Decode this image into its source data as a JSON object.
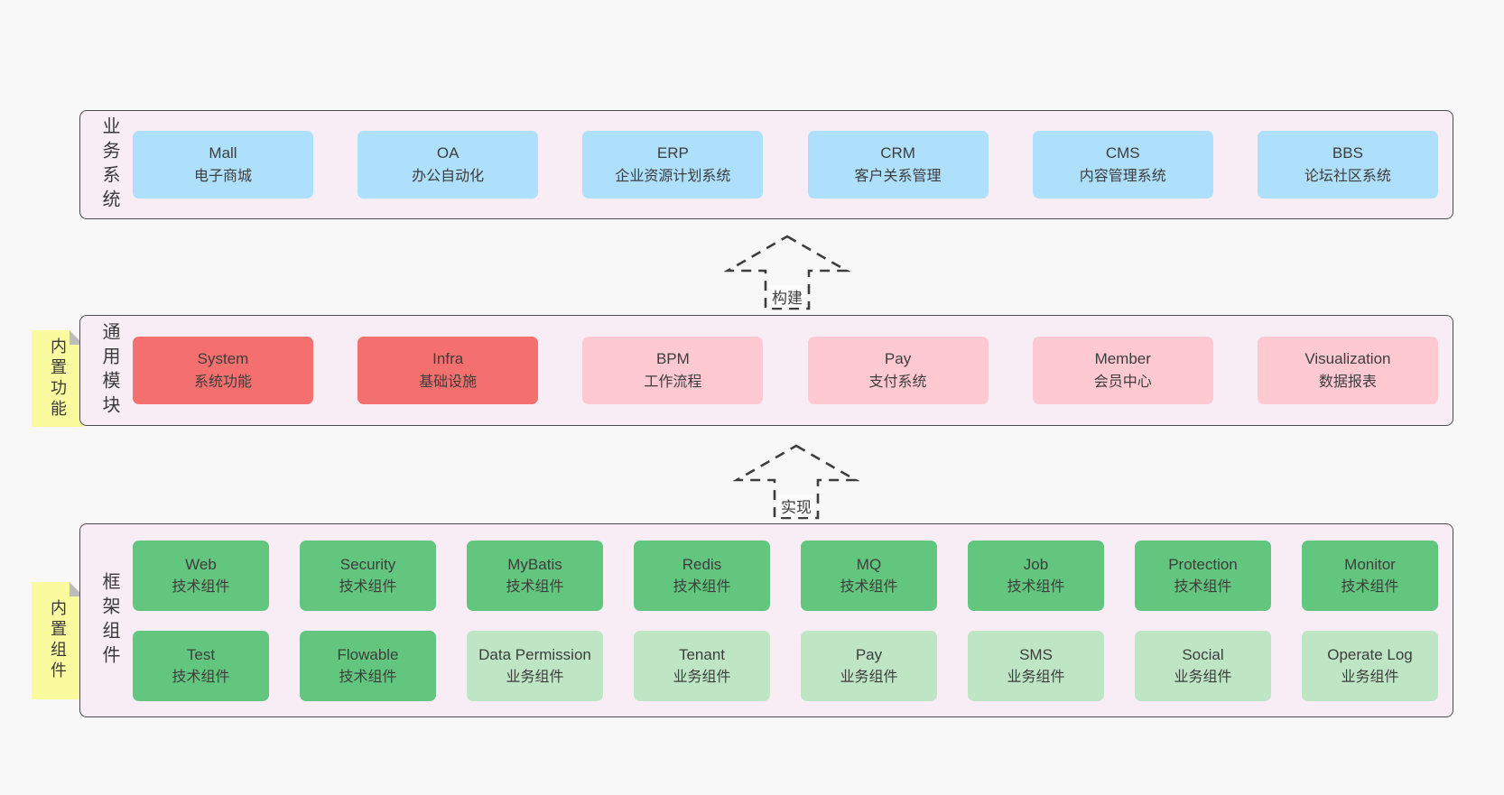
{
  "colors": {
    "page_bg": "#f8f8f8",
    "band_bg": "#f8ecf5",
    "band_border": "#4c4c4c",
    "blue": "#aedffb",
    "red": "#f4706e",
    "pink": "#ffc9d2",
    "green": "#62c67e",
    "light_green": "#bee6c5",
    "sticky_yellow": "#fafa9e",
    "fold_gray": "#bdbdbd",
    "text": "#3d3d3d"
  },
  "arrows": [
    {
      "label": "构建"
    },
    {
      "label": "实现"
    }
  ],
  "bands": [
    {
      "side_label": "业务系统",
      "sticky": null,
      "rows": [
        [
          {
            "en": "Mall",
            "zh": "电子商城",
            "variant": "blue"
          },
          {
            "en": "OA",
            "zh": "办公自动化",
            "variant": "blue"
          },
          {
            "en": "ERP",
            "zh": "企业资源计划系统",
            "variant": "blue"
          },
          {
            "en": "CRM",
            "zh": "客户关系管理",
            "variant": "blue"
          },
          {
            "en": "CMS",
            "zh": "内容管理系统",
            "variant": "blue"
          },
          {
            "en": "BBS",
            "zh": "论坛社区系统",
            "variant": "blue"
          }
        ]
      ]
    },
    {
      "side_label": "通用模块",
      "sticky": "内置功能",
      "rows": [
        [
          {
            "en": "System",
            "zh": "系统功能",
            "variant": "red"
          },
          {
            "en": "Infra",
            "zh": "基础设施",
            "variant": "red"
          },
          {
            "en": "BPM",
            "zh": "工作流程",
            "variant": "pink"
          },
          {
            "en": "Pay",
            "zh": "支付系统",
            "variant": "pink"
          },
          {
            "en": "Member",
            "zh": "会员中心",
            "variant": "pink"
          },
          {
            "en": "Visualization",
            "zh": "数据报表",
            "variant": "pink"
          }
        ]
      ]
    },
    {
      "side_label": "框架组件",
      "sticky": "内置组件",
      "rows": [
        [
          {
            "en": "Web",
            "zh": "技术组件",
            "variant": "green"
          },
          {
            "en": "Security",
            "zh": "技术组件",
            "variant": "green"
          },
          {
            "en": "MyBatis",
            "zh": "技术组件",
            "variant": "green"
          },
          {
            "en": "Redis",
            "zh": "技术组件",
            "variant": "green"
          },
          {
            "en": "MQ",
            "zh": "技术组件",
            "variant": "green"
          },
          {
            "en": "Job",
            "zh": "技术组件",
            "variant": "green"
          },
          {
            "en": "Protection",
            "zh": "技术组件",
            "variant": "green"
          },
          {
            "en": "Monitor",
            "zh": "技术组件",
            "variant": "green"
          }
        ],
        [
          {
            "en": "Test",
            "zh": "技术组件",
            "variant": "green"
          },
          {
            "en": "Flowable",
            "zh": "技术组件",
            "variant": "green"
          },
          {
            "en": "Data Permission",
            "zh": "业务组件",
            "variant": "light_green"
          },
          {
            "en": "Tenant",
            "zh": "业务组件",
            "variant": "light_green"
          },
          {
            "en": "Pay",
            "zh": "业务组件",
            "variant": "light_green"
          },
          {
            "en": "SMS",
            "zh": "业务组件",
            "variant": "light_green"
          },
          {
            "en": "Social",
            "zh": "业务组件",
            "variant": "light_green"
          },
          {
            "en": "Operate Log",
            "zh": "业务组件",
            "variant": "light_green"
          }
        ]
      ]
    }
  ]
}
